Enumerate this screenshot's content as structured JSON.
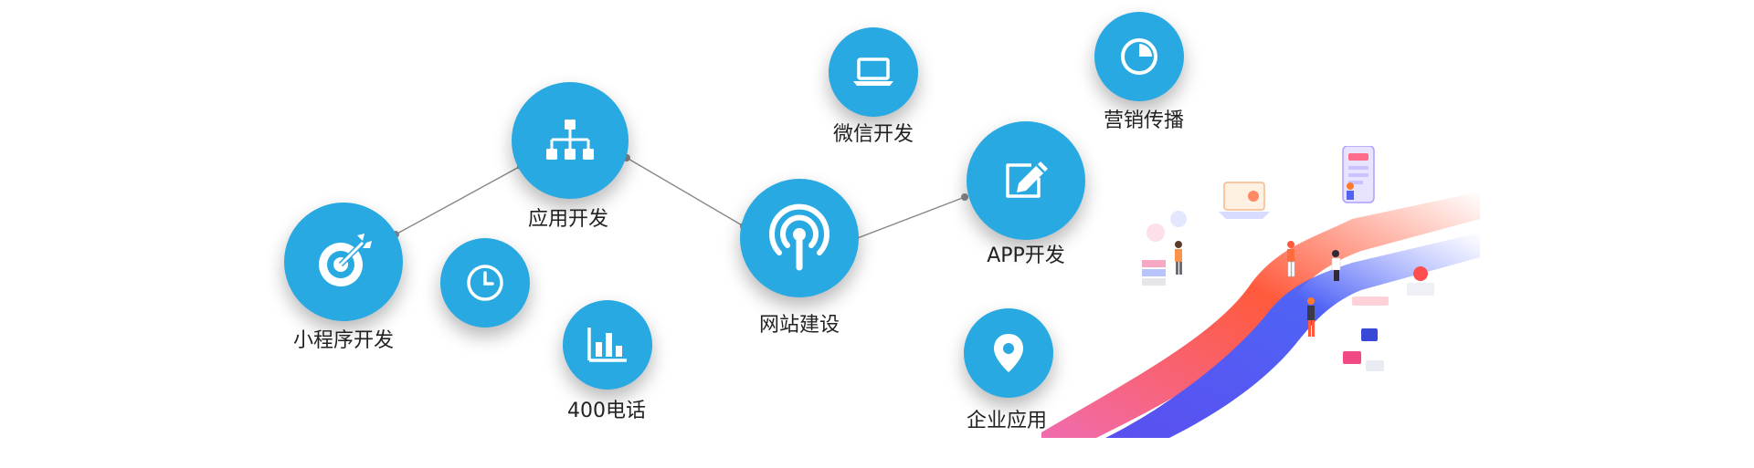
{
  "colors": {
    "accent": "#29a9e1",
    "link": "#888888",
    "ribbon_red": "#ff5a3c",
    "ribbon_pink": "#f06cb0",
    "ribbon_blue": "#4f63f5"
  },
  "nodes": [
    {
      "id": "mini-program",
      "label": "小程序开发",
      "icon": "target-icon"
    },
    {
      "id": "clock",
      "label": "",
      "icon": "clock-icon"
    },
    {
      "id": "app-dev",
      "label": "应用开发",
      "icon": "sitemap-icon"
    },
    {
      "id": "phone-400",
      "label": "400电话",
      "icon": "bar-chart-icon"
    },
    {
      "id": "website",
      "label": "网站建设",
      "icon": "broadcast-icon"
    },
    {
      "id": "wechat",
      "label": "微信开发",
      "icon": "laptop-icon"
    },
    {
      "id": "app",
      "label": "APP开发",
      "icon": "edit-icon"
    },
    {
      "id": "marketing",
      "label": "营销传播",
      "icon": "pie-chart-icon"
    },
    {
      "id": "enterprise",
      "label": "企业应用",
      "icon": "location-pin-icon"
    }
  ],
  "links": [
    [
      "mini-program",
      "app-dev"
    ],
    [
      "app-dev",
      "website"
    ],
    [
      "website",
      "app"
    ]
  ]
}
